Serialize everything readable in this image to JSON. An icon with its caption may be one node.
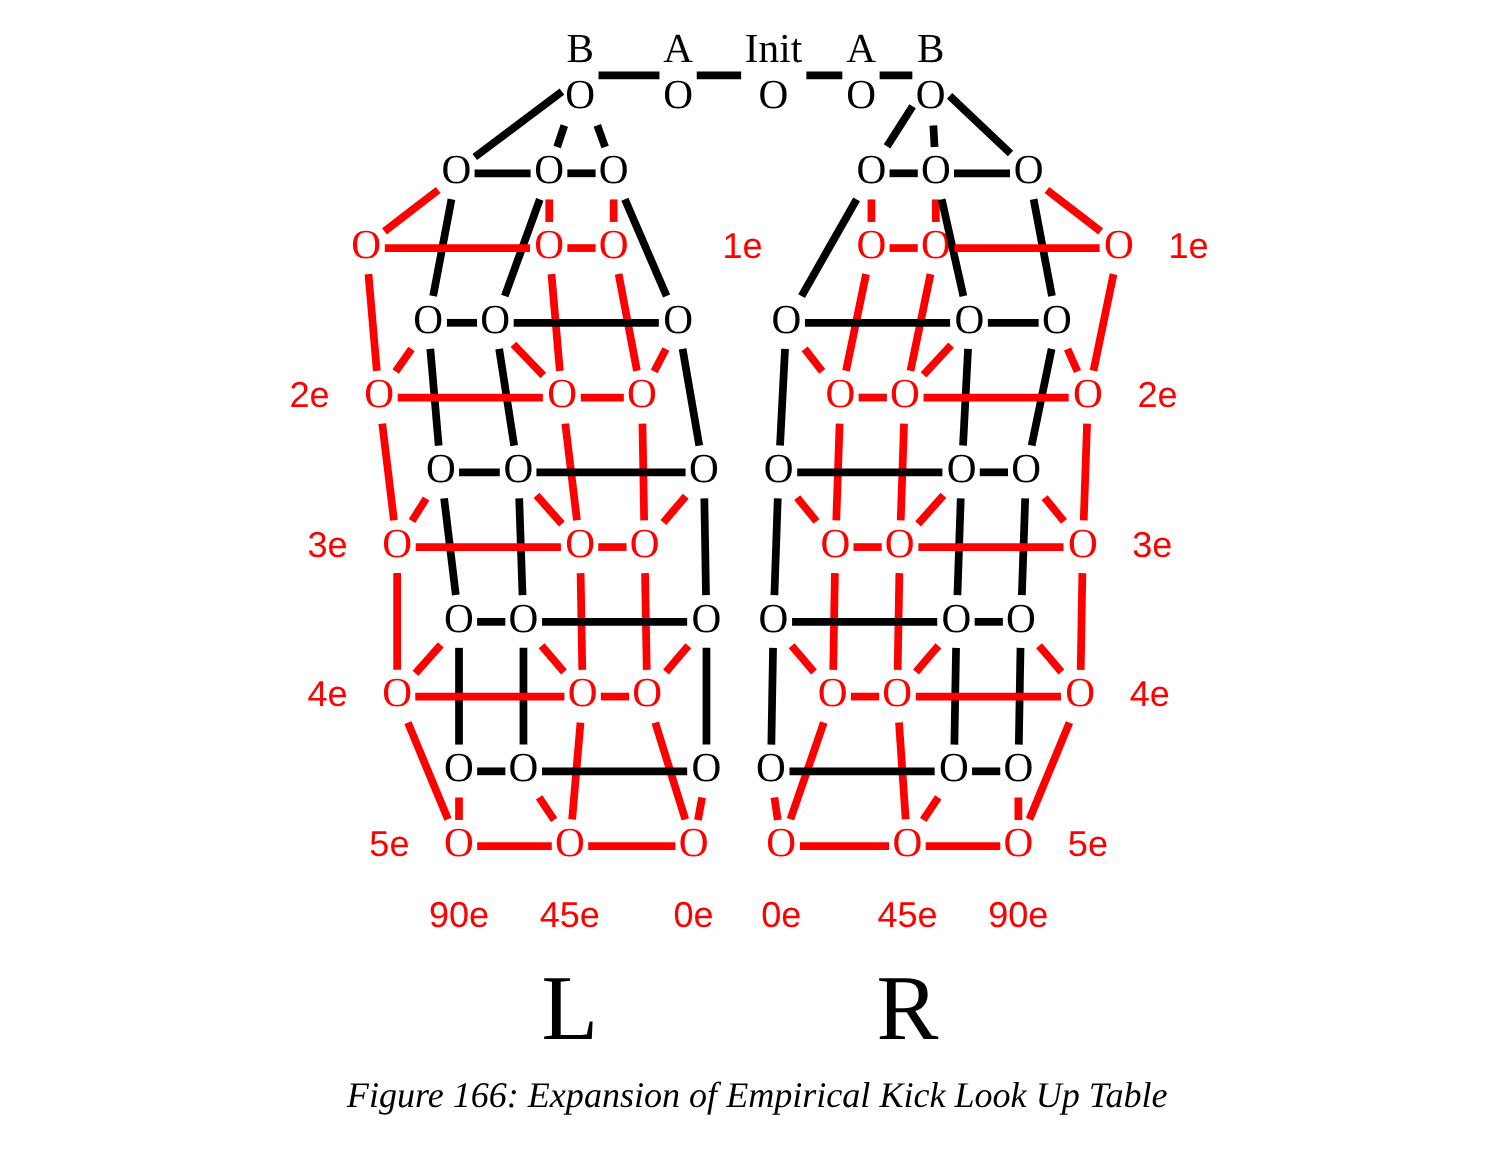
{
  "diagram": {
    "caption": "Figure 166: Expansion of Empirical Kick Look Up Table",
    "nodes": [
      {
        "text": [
          "O"
        ],
        "beside": [
          "B"
        ]
      },
      {
        "text": [
          "O"
        ],
        "beside": [
          "A"
        ]
      },
      {
        "text": [
          "O"
        ],
        "beside": [
          "Init"
        ]
      },
      {
        "text": [
          "O"
        ],
        "beside": [
          "A"
        ]
      },
      {
        "text": [
          "O"
        ],
        "beside": [
          "B"
        ]
      },
      {
        "text": [
          "O"
        ]
      },
      {
        "text": [
          "O"
        ]
      },
      {
        "text": [
          "O"
        ]
      },
      {
        "text": [
          "O"
        ]
      },
      {
        "text": [
          "O"
        ]
      },
      {
        "text": [
          "O"
        ]
      },
      {
        "text": [
          "O"
        ]
      },
      {
        "text": [
          "O"
        ]
      },
      {
        "text": [
          "O"
        ]
      },
      {
        "text": [
          "O"
        ]
      },
      {
        "text": [
          "O"
        ]
      },
      {
        "text": [
          "O"
        ]
      },
      {
        "text": [
          "O"
        ]
      },
      {
        "text": [
          "O"
        ]
      },
      {
        "text": [
          "O"
        ]
      },
      {
        "text": [
          "O"
        ]
      },
      {
        "text": [
          "O"
        ]
      },
      {
        "text": [
          "O"
        ]
      },
      {
        "text": [
          "O"
        ]
      },
      {
        "text": [
          "O"
        ]
      },
      {
        "text": [
          "O"
        ]
      },
      {
        "text": [
          "O"
        ]
      },
      {
        "text": [
          "O"
        ]
      },
      {
        "text": [
          "O"
        ]
      },
      {
        "text": [
          "O"
        ]
      },
      {
        "text": [
          "O"
        ]
      },
      {
        "text": [
          "O"
        ]
      },
      {
        "text": [
          "O"
        ]
      },
      {
        "text": [
          "O"
        ]
      },
      {
        "text": [
          "O"
        ]
      },
      {
        "text": [
          "O"
        ]
      },
      {
        "text": [
          "O"
        ]
      },
      {
        "text": [
          "O"
        ]
      },
      {
        "text": [
          "O"
        ]
      },
      {
        "text": [
          "O"
        ]
      },
      {
        "text": [
          "O"
        ]
      },
      {
        "text": [
          "O"
        ]
      },
      {
        "text": [
          "O"
        ]
      },
      {
        "text": [
          "O"
        ]
      },
      {
        "text": [
          "O"
        ]
      },
      {
        "text": [
          "O"
        ]
      },
      {
        "text": [
          "O"
        ]
      },
      {
        "text": [
          "O"
        ]
      },
      {
        "text": [
          "O"
        ]
      },
      {
        "text": [
          "O"
        ]
      },
      {
        "text": [
          "O"
        ]
      },
      {
        "text": [
          "O"
        ]
      },
      {
        "text": [
          "O"
        ]
      },
      {
        "text": [
          "O"
        ]
      },
      {
        "text": [
          "O"
        ]
      },
      {
        "text": [
          "O"
        ]
      },
      {
        "text": [
          "O"
        ]
      },
      {
        "text": [
          "O"
        ]
      },
      {
        "text": [
          "O"
        ]
      },
      {
        "text": [
          "O"
        ]
      },
      {
        "text": [
          "O"
        ]
      },
      {
        "text": [
          "O"
        ]
      },
      {
        "text": [
          "O"
        ]
      },
      {
        "text": [
          "O"
        ]
      },
      {
        "text": [
          "O"
        ]
      }
    ],
    "edges": [
      {
        "from": 0,
        "to": 1,
        "arrow": "none",
        "color": "#000000"
      },
      {
        "from": 1,
        "to": 2,
        "arrow": "none",
        "color": "#000000"
      },
      {
        "from": 2,
        "to": 3,
        "arrow": "none",
        "color": "#000000"
      },
      {
        "from": 3,
        "to": 4,
        "arrow": "none",
        "color": "#000000"
      },
      {
        "from": 0,
        "to": 5,
        "arrow": "none",
        "color": "#000000"
      },
      {
        "from": 0,
        "to": 6,
        "arrow": "none",
        "color": "#000000"
      },
      {
        "from": 0,
        "to": 7,
        "arrow": "none",
        "color": "#000000"
      },
      {
        "from": 4,
        "to": 35,
        "arrow": "none",
        "color": "#000000"
      },
      {
        "from": 4,
        "to": 36,
        "arrow": "none",
        "color": "#000000"
      },
      {
        "from": 4,
        "to": 37,
        "arrow": "none",
        "color": "#000000"
      },
      {
        "from": 5,
        "to": 6,
        "arrow": "none",
        "color": "#000000"
      },
      {
        "from": 6,
        "to": 7,
        "arrow": "none",
        "color": "#000000"
      },
      {
        "from": 11,
        "to": 12,
        "arrow": "none",
        "color": "#000000"
      },
      {
        "from": 12,
        "to": 13,
        "arrow": "none",
        "color": "#000000"
      },
      {
        "from": 17,
        "to": 18,
        "arrow": "none",
        "color": "#000000"
      },
      {
        "from": 18,
        "to": 19,
        "arrow": "none",
        "color": "#000000"
      },
      {
        "from": 23,
        "to": 24,
        "arrow": "none",
        "color": "#000000"
      },
      {
        "from": 24,
        "to": 25,
        "arrow": "none",
        "color": "#000000"
      },
      {
        "from": 29,
        "to": 30,
        "arrow": "none",
        "color": "#000000"
      },
      {
        "from": 30,
        "to": 31,
        "arrow": "none",
        "color": "#000000"
      },
      {
        "from": 5,
        "to": 11,
        "arrow": "none",
        "color": "#000000"
      },
      {
        "from": 6,
        "to": 12,
        "arrow": "none",
        "color": "#000000"
      },
      {
        "from": 7,
        "to": 13,
        "arrow": "none",
        "color": "#000000"
      },
      {
        "from": 11,
        "to": 17,
        "arrow": "none",
        "color": "#000000"
      },
      {
        "from": 12,
        "to": 18,
        "arrow": "none",
        "color": "#000000"
      },
      {
        "from": 13,
        "to": 19,
        "arrow": "none",
        "color": "#000000"
      },
      {
        "from": 17,
        "to": 23,
        "arrow": "none",
        "color": "#000000"
      },
      {
        "from": 18,
        "to": 24,
        "arrow": "none",
        "color": "#000000"
      },
      {
        "from": 19,
        "to": 25,
        "arrow": "none",
        "color": "#000000"
      },
      {
        "from": 23,
        "to": 29,
        "arrow": "none",
        "color": "#000000"
      },
      {
        "from": 24,
        "to": 30,
        "arrow": "none",
        "color": "#000000"
      },
      {
        "from": 25,
        "to": 31,
        "arrow": "none",
        "color": "#000000"
      },
      {
        "from": 8,
        "to": 9,
        "arrow": "none"
      },
      {
        "from": 9,
        "to": 10,
        "arrow": "none"
      },
      {
        "from": 14,
        "to": 15,
        "arrow": "none"
      },
      {
        "from": 15,
        "to": 16,
        "arrow": "none"
      },
      {
        "from": 20,
        "to": 21,
        "arrow": "none"
      },
      {
        "from": 21,
        "to": 22,
        "arrow": "none"
      },
      {
        "from": 26,
        "to": 27,
        "arrow": "none"
      },
      {
        "from": 27,
        "to": 28,
        "arrow": "none"
      },
      {
        "from": 32,
        "to": 33,
        "arrow": "none"
      },
      {
        "from": 33,
        "to": 34,
        "arrow": "none"
      },
      {
        "from": 8,
        "to": 14,
        "arrow": "none"
      },
      {
        "from": 9,
        "to": 15,
        "arrow": "none"
      },
      {
        "from": 10,
        "to": 16,
        "arrow": "none"
      },
      {
        "from": 14,
        "to": 20,
        "arrow": "none"
      },
      {
        "from": 15,
        "to": 21,
        "arrow": "none"
      },
      {
        "from": 16,
        "to": 22,
        "arrow": "none"
      },
      {
        "from": 20,
        "to": 26,
        "arrow": "none"
      },
      {
        "from": 21,
        "to": 27,
        "arrow": "none"
      },
      {
        "from": 22,
        "to": 28,
        "arrow": "none"
      },
      {
        "from": 26,
        "to": 32,
        "arrow": "none"
      },
      {
        "from": 27,
        "to": 33,
        "arrow": "none"
      },
      {
        "from": 28,
        "to": 34,
        "arrow": "none"
      },
      {
        "from": 5,
        "to": 8,
        "arrow": "none"
      },
      {
        "from": 6,
        "to": 9,
        "arrow": "none"
      },
      {
        "from": 7,
        "to": 10,
        "arrow": "none"
      },
      {
        "from": 11,
        "to": 14,
        "arrow": "none"
      },
      {
        "from": 12,
        "to": 15,
        "arrow": "none"
      },
      {
        "from": 13,
        "to": 16,
        "arrow": "none"
      },
      {
        "from": 17,
        "to": 20,
        "arrow": "none"
      },
      {
        "from": 18,
        "to": 21,
        "arrow": "none"
      },
      {
        "from": 19,
        "to": 22,
        "arrow": "none"
      },
      {
        "from": 23,
        "to": 26,
        "arrow": "none"
      },
      {
        "from": 24,
        "to": 27,
        "arrow": "none"
      },
      {
        "from": 25,
        "to": 28,
        "arrow": "none"
      },
      {
        "from": 29,
        "to": 32,
        "arrow": "none"
      },
      {
        "from": 30,
        "to": 33,
        "arrow": "none"
      },
      {
        "from": 31,
        "to": 34,
        "arrow": "none"
      },
      {
        "from": 35,
        "to": 36,
        "arrow": "none",
        "color": "#000000"
      },
      {
        "from": 36,
        "to": 37,
        "arrow": "none",
        "color": "#000000"
      },
      {
        "from": 41,
        "to": 42,
        "arrow": "none",
        "color": "#000000"
      },
      {
        "from": 42,
        "to": 43,
        "arrow": "none",
        "color": "#000000"
      },
      {
        "from": 47,
        "to": 48,
        "arrow": "none",
        "color": "#000000"
      },
      {
        "from": 48,
        "to": 49,
        "arrow": "none",
        "color": "#000000"
      },
      {
        "from": 53,
        "to": 54,
        "arrow": "none",
        "color": "#000000"
      },
      {
        "from": 54,
        "to": 55,
        "arrow": "none",
        "color": "#000000"
      },
      {
        "from": 59,
        "to": 60,
        "arrow": "none",
        "color": "#000000"
      },
      {
        "from": 60,
        "to": 61,
        "arrow": "none",
        "color": "#000000"
      },
      {
        "from": 35,
        "to": 41,
        "arrow": "none",
        "color": "#000000"
      },
      {
        "from": 36,
        "to": 42,
        "arrow": "none",
        "color": "#000000"
      },
      {
        "from": 37,
        "to": 43,
        "arrow": "none",
        "color": "#000000"
      },
      {
        "from": 41,
        "to": 47,
        "arrow": "none",
        "color": "#000000"
      },
      {
        "from": 42,
        "to": 48,
        "arrow": "none",
        "color": "#000000"
      },
      {
        "from": 43,
        "to": 49,
        "arrow": "none",
        "color": "#000000"
      },
      {
        "from": 47,
        "to": 53,
        "arrow": "none",
        "color": "#000000"
      },
      {
        "from": 48,
        "to": 54,
        "arrow": "none",
        "color": "#000000"
      },
      {
        "from": 49,
        "to": 55,
        "arrow": "none",
        "color": "#000000"
      },
      {
        "from": 53,
        "to": 59,
        "arrow": "none",
        "color": "#000000"
      },
      {
        "from": 54,
        "to": 60,
        "arrow": "none",
        "color": "#000000"
      },
      {
        "from": 55,
        "to": 61,
        "arrow": "none",
        "color": "#000000"
      },
      {
        "from": 38,
        "to": 39,
        "arrow": "none"
      },
      {
        "from": 39,
        "to": 40,
        "arrow": "none"
      },
      {
        "from": 44,
        "to": 45,
        "arrow": "none"
      },
      {
        "from": 45,
        "to": 46,
        "arrow": "none"
      },
      {
        "from": 50,
        "to": 51,
        "arrow": "none"
      },
      {
        "from": 51,
        "to": 52,
        "arrow": "none"
      },
      {
        "from": 56,
        "to": 57,
        "arrow": "none"
      },
      {
        "from": 57,
        "to": 58,
        "arrow": "none"
      },
      {
        "from": 62,
        "to": 63,
        "arrow": "none"
      },
      {
        "from": 63,
        "to": 64,
        "arrow": "none"
      },
      {
        "from": 38,
        "to": 44,
        "arrow": "none"
      },
      {
        "from": 39,
        "to": 45,
        "arrow": "none"
      },
      {
        "from": 40,
        "to": 46,
        "arrow": "none"
      },
      {
        "from": 44,
        "to": 50,
        "arrow": "none"
      },
      {
        "from": 45,
        "to": 51,
        "arrow": "none"
      },
      {
        "from": 46,
        "to": 52,
        "arrow": "none"
      },
      {
        "from": 50,
        "to": 56,
        "arrow": "none"
      },
      {
        "from": 51,
        "to": 57,
        "arrow": "none"
      },
      {
        "from": 52,
        "to": 58,
        "arrow": "none"
      },
      {
        "from": 56,
        "to": 62,
        "arrow": "none"
      },
      {
        "from": 57,
        "to": 63,
        "arrow": "none"
      },
      {
        "from": 58,
        "to": 64,
        "arrow": "none"
      },
      {
        "from": 35,
        "to": 38,
        "arrow": "none"
      },
      {
        "from": 36,
        "to": 39,
        "arrow": "none"
      },
      {
        "from": 37,
        "to": 40,
        "arrow": "none"
      },
      {
        "from": 41,
        "to": 44,
        "arrow": "none"
      },
      {
        "from": 42,
        "to": 45,
        "arrow": "none"
      },
      {
        "from": 43,
        "to": 46,
        "arrow": "none"
      },
      {
        "from": 47,
        "to": 50,
        "arrow": "none"
      },
      {
        "from": 48,
        "to": 51,
        "arrow": "none"
      },
      {
        "from": 49,
        "to": 52,
        "arrow": "none"
      },
      {
        "from": 53,
        "to": 56,
        "arrow": "none"
      },
      {
        "from": 54,
        "to": 57,
        "arrow": "none"
      },
      {
        "from": 55,
        "to": 58,
        "arrow": "none"
      },
      {
        "from": 59,
        "to": 62,
        "arrow": "none"
      },
      {
        "from": 60,
        "to": 63,
        "arrow": "none"
      },
      {
        "from": 61,
        "to": 64,
        "arrow": "none"
      }
    ],
    "labels": [
      "1e",
      "1e",
      "2e",
      "2e",
      "3e",
      "3e",
      "4e",
      "4e",
      "5e",
      "5e",
      "90e",
      "45e",
      "0e",
      "0e",
      "45e",
      "90e",
      "L",
      "R"
    ]
  }
}
